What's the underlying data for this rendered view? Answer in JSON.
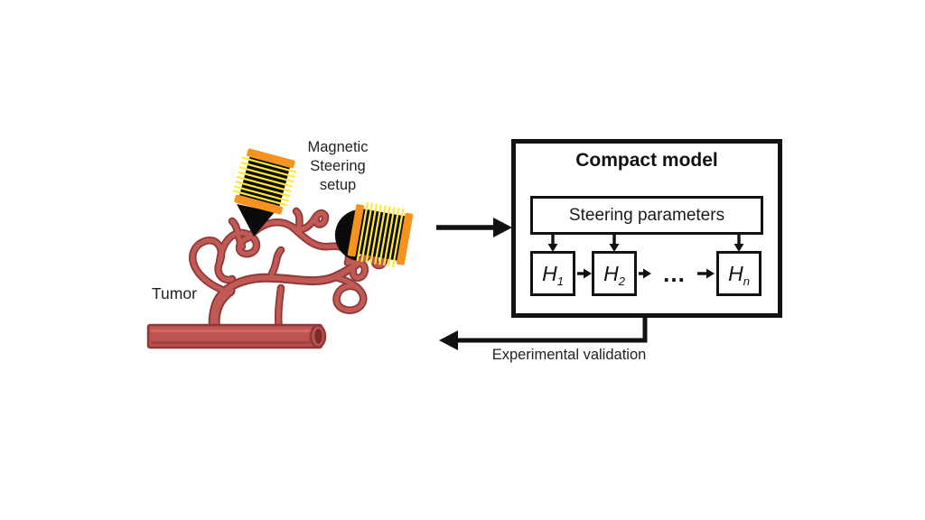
{
  "colors": {
    "coil_orange": "#F6921E",
    "coil_yellow": "#FFE838",
    "coil_black": "#0B0B0B",
    "vessel_fill": "#BE5350",
    "vessel_outline": "#8E3938",
    "vessel_opening": "#7A2B2A",
    "line_black": "#111111",
    "background": "#FFFFFF"
  },
  "scene": {
    "setup_label": {
      "line1": "Magnetic",
      "line2": "Steering",
      "line3": "setup"
    },
    "tumor_label": "Tumor"
  },
  "model": {
    "title": "Compact model",
    "steering_parameters_label": "Steering parameters",
    "blocks": [
      {
        "symbol": "H",
        "subscript": "1"
      },
      {
        "symbol": "H",
        "subscript": "2"
      },
      {
        "symbol": "H",
        "subscript": "n"
      }
    ],
    "ellipsis": "…",
    "feedback_label": "Experimental validation"
  }
}
